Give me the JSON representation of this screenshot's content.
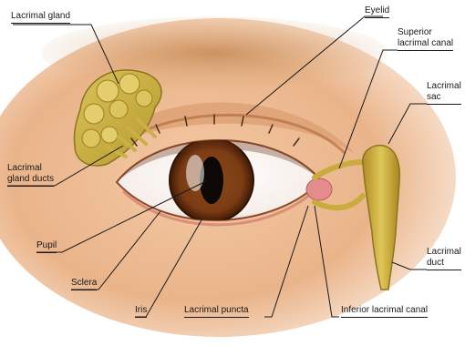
{
  "labels": {
    "lacrimal_gland": "Lacrimal gland",
    "eyelid": "Eyelid",
    "superior_lacrimal_canal": "Superior\nlacrimal canal",
    "lacrimal_sac": "Lacrimal\nsac",
    "lacrimal_gland_ducts": "Lacrimal\ngland ducts",
    "pupil": "Pupil",
    "sclera": "Sclera",
    "iris": "Iris",
    "lacrimal_puncta": "Lacrimal puncta",
    "inferior_lacrimal_canal": "Inferior lacrimal canal",
    "lacrimal_duct": "Lacrimal\nduct"
  }
}
